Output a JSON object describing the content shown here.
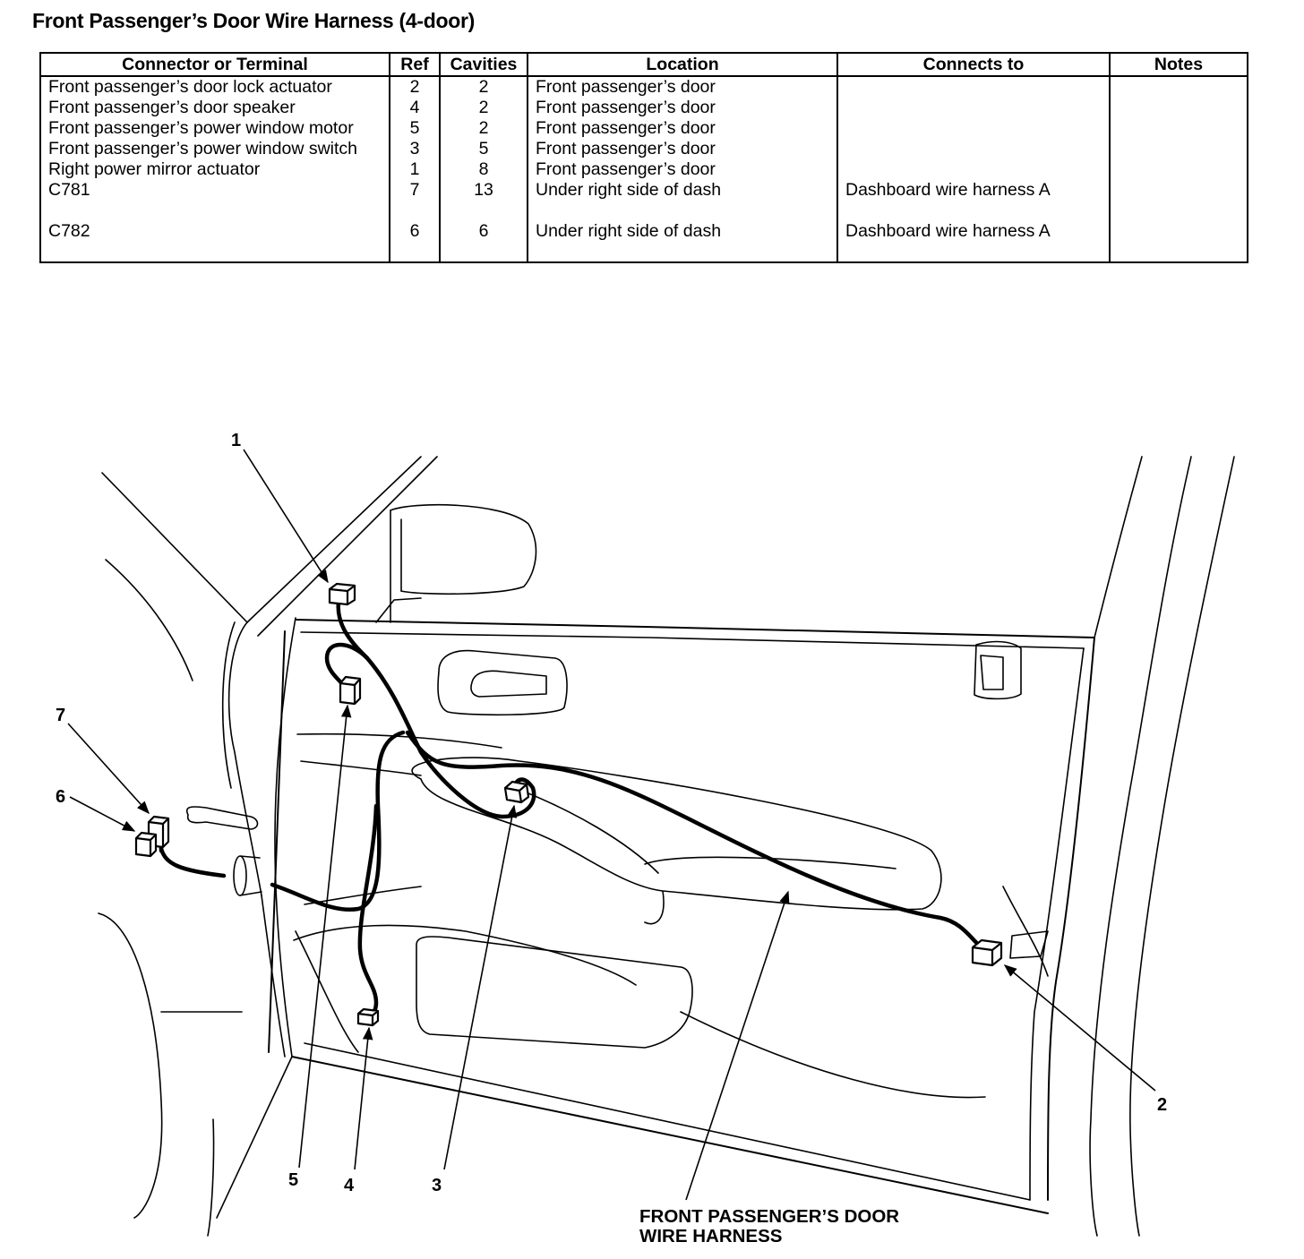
{
  "title": "Front Passenger’s Door Wire Harness (4-door)",
  "table": {
    "headers": [
      "Connector or Terminal",
      "Ref",
      "Cavities",
      "Location",
      "Connects to",
      "Notes"
    ],
    "rows": [
      {
        "connector": "Front passenger’s door lock actuator",
        "ref": "2",
        "cavities": "2",
        "location": "Front passenger’s door",
        "connects_to": "",
        "notes": ""
      },
      {
        "connector": "Front passenger’s door speaker",
        "ref": "4",
        "cavities": "2",
        "location": "Front passenger’s door",
        "connects_to": "",
        "notes": ""
      },
      {
        "connector": "Front passenger’s power window motor",
        "ref": "5",
        "cavities": "2",
        "location": "Front passenger’s door",
        "connects_to": "",
        "notes": ""
      },
      {
        "connector": "Front passenger’s power window switch",
        "ref": "3",
        "cavities": "5",
        "location": "Front passenger’s door",
        "connects_to": "",
        "notes": ""
      },
      {
        "connector": "Right power mirror actuator",
        "ref": "1",
        "cavities": "8",
        "location": "Front passenger’s door",
        "connects_to": "",
        "notes": ""
      },
      {
        "connector": "C781",
        "ref": "7",
        "cavities": "13",
        "location": "Under right side of dash",
        "connects_to": "Dashboard wire harness A",
        "notes": ""
      },
      {
        "connector": "C782",
        "ref": "6",
        "cavities": "6",
        "location": "Under right side of dash",
        "connects_to": "Dashboard wire harness A",
        "notes": ""
      }
    ]
  },
  "diagram": {
    "callouts": [
      "1",
      "2",
      "3",
      "4",
      "5",
      "6",
      "7"
    ],
    "harness_label_line1": "FRONT PASSENGER’S DOOR",
    "harness_label_line2": "WIRE HARNESS"
  }
}
